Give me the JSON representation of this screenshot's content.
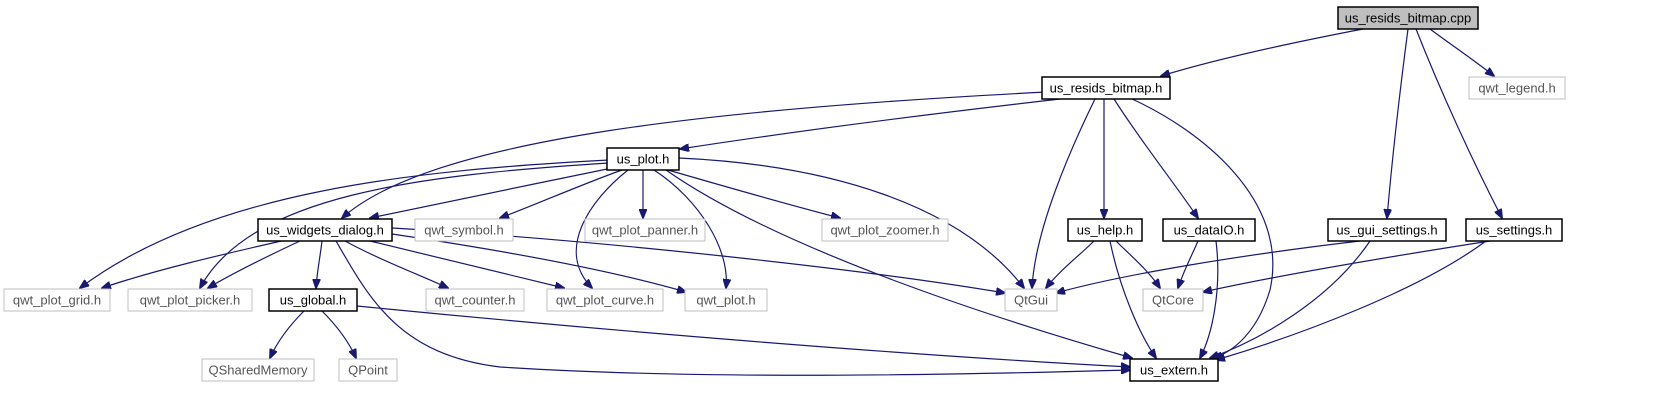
{
  "nodes": {
    "us_resids_bitmap_cpp": {
      "label": "us_resids_bitmap.cpp",
      "kind": "root"
    },
    "us_resids_bitmap_h": {
      "label": "us_resids_bitmap.h",
      "kind": "internal"
    },
    "qwt_legend_h": {
      "label": "qwt_legend.h",
      "kind": "external"
    },
    "us_plot_h": {
      "label": "us_plot.h",
      "kind": "internal"
    },
    "us_widgets_dialog_h": {
      "label": "us_widgets_dialog.h",
      "kind": "internal"
    },
    "qwt_symbol_h": {
      "label": "qwt_symbol.h",
      "kind": "external"
    },
    "qwt_plot_panner_h": {
      "label": "qwt_plot_panner.h",
      "kind": "external"
    },
    "qwt_plot_zoomer_h": {
      "label": "qwt_plot_zoomer.h",
      "kind": "external"
    },
    "us_help_h": {
      "label": "us_help.h",
      "kind": "internal"
    },
    "us_dataIO_h": {
      "label": "us_dataIO.h",
      "kind": "internal"
    },
    "us_gui_settings_h": {
      "label": "us_gui_settings.h",
      "kind": "internal"
    },
    "us_settings_h": {
      "label": "us_settings.h",
      "kind": "internal"
    },
    "qwt_plot_grid_h": {
      "label": "qwt_plot_grid.h",
      "kind": "external"
    },
    "qwt_plot_picker_h": {
      "label": "qwt_plot_picker.h",
      "kind": "external"
    },
    "us_global_h": {
      "label": "us_global.h",
      "kind": "internal"
    },
    "qwt_counter_h": {
      "label": "qwt_counter.h",
      "kind": "external"
    },
    "qwt_plot_curve_h": {
      "label": "qwt_plot_curve.h",
      "kind": "external"
    },
    "qwt_plot_h": {
      "label": "qwt_plot.h",
      "kind": "external"
    },
    "QtGui": {
      "label": "QtGui",
      "kind": "external"
    },
    "QtCore": {
      "label": "QtCore",
      "kind": "external"
    },
    "QSharedMemory": {
      "label": "QSharedMemory",
      "kind": "external"
    },
    "QPoint": {
      "label": "QPoint",
      "kind": "external"
    },
    "us_extern_h": {
      "label": "us_extern.h",
      "kind": "internal"
    }
  },
  "edges": [
    {
      "from": "us_resids_bitmap_cpp",
      "to": "us_resids_bitmap_h"
    },
    {
      "from": "us_resids_bitmap_cpp",
      "to": "qwt_legend_h"
    },
    {
      "from": "us_resids_bitmap_cpp",
      "to": "us_gui_settings_h"
    },
    {
      "from": "us_resids_bitmap_cpp",
      "to": "us_settings_h"
    },
    {
      "from": "us_resids_bitmap_h",
      "to": "us_plot_h"
    },
    {
      "from": "us_resids_bitmap_h",
      "to": "us_widgets_dialog_h"
    },
    {
      "from": "us_resids_bitmap_h",
      "to": "QtGui"
    },
    {
      "from": "us_resids_bitmap_h",
      "to": "us_help_h"
    },
    {
      "from": "us_resids_bitmap_h",
      "to": "us_dataIO_h"
    },
    {
      "from": "us_resids_bitmap_h",
      "to": "us_extern_h"
    },
    {
      "from": "us_plot_h",
      "to": "us_widgets_dialog_h"
    },
    {
      "from": "us_plot_h",
      "to": "qwt_symbol_h"
    },
    {
      "from": "us_plot_h",
      "to": "qwt_plot_panner_h"
    },
    {
      "from": "us_plot_h",
      "to": "qwt_plot_zoomer_h"
    },
    {
      "from": "us_plot_h",
      "to": "qwt_plot_grid_h"
    },
    {
      "from": "us_plot_h",
      "to": "qwt_plot_picker_h"
    },
    {
      "from": "us_plot_h",
      "to": "qwt_plot_curve_h"
    },
    {
      "from": "us_plot_h",
      "to": "qwt_plot_h"
    },
    {
      "from": "us_plot_h",
      "to": "QtGui"
    },
    {
      "from": "us_plot_h",
      "to": "us_extern_h"
    },
    {
      "from": "us_widgets_dialog_h",
      "to": "qwt_plot_grid_h"
    },
    {
      "from": "us_widgets_dialog_h",
      "to": "qwt_plot_picker_h"
    },
    {
      "from": "us_widgets_dialog_h",
      "to": "us_global_h"
    },
    {
      "from": "us_widgets_dialog_h",
      "to": "qwt_counter_h"
    },
    {
      "from": "us_widgets_dialog_h",
      "to": "qwt_plot_curve_h"
    },
    {
      "from": "us_widgets_dialog_h",
      "to": "qwt_plot_h"
    },
    {
      "from": "us_widgets_dialog_h",
      "to": "QtGui"
    },
    {
      "from": "us_widgets_dialog_h",
      "to": "us_extern_h"
    },
    {
      "from": "us_help_h",
      "to": "QtGui"
    },
    {
      "from": "us_help_h",
      "to": "QtCore"
    },
    {
      "from": "us_help_h",
      "to": "us_extern_h"
    },
    {
      "from": "us_dataIO_h",
      "to": "QtCore"
    },
    {
      "from": "us_dataIO_h",
      "to": "us_extern_h"
    },
    {
      "from": "us_gui_settings_h",
      "to": "QtGui"
    },
    {
      "from": "us_gui_settings_h",
      "to": "us_extern_h"
    },
    {
      "from": "us_settings_h",
      "to": "QtCore"
    },
    {
      "from": "us_settings_h",
      "to": "us_extern_h"
    },
    {
      "from": "us_global_h",
      "to": "QSharedMemory"
    },
    {
      "from": "us_global_h",
      "to": "QPoint"
    },
    {
      "from": "us_global_h",
      "to": "us_extern_h"
    }
  ],
  "colors": {
    "edge": "#191970",
    "root_fill": "#bfbfbf",
    "external_border": "#bfbfbf",
    "internal_border": "#000000"
  }
}
